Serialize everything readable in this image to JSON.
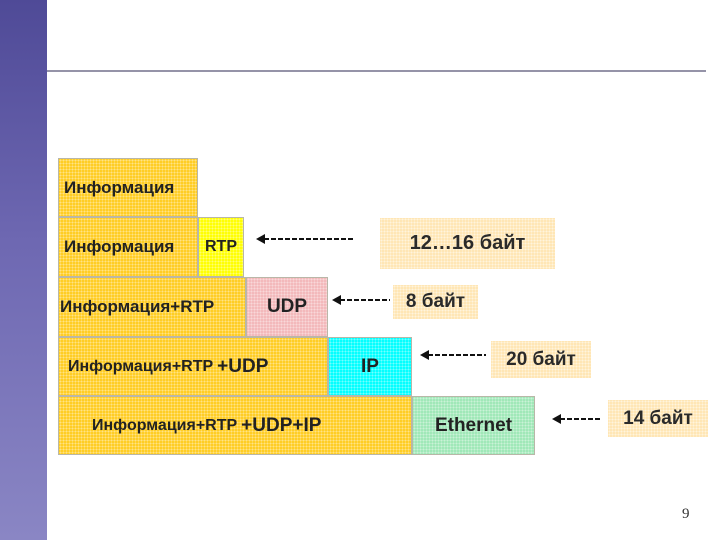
{
  "diagram": {
    "rows": [
      {
        "segments": [
          "Информация"
        ]
      },
      {
        "segments": [
          "Информация",
          "RTP"
        ]
      },
      {
        "segments": [
          "Информация+RTP",
          "UDP"
        ]
      },
      {
        "segments": [
          "Информация+RTP",
          "+UDP",
          "IP"
        ]
      },
      {
        "segments": [
          "Информация+RTP",
          "+UDP+IP",
          "Ethernet"
        ]
      }
    ],
    "header_sizes": [
      "12…16 байт",
      "8 байт",
      "20 байт",
      "14 байт"
    ]
  },
  "colors": {
    "payload": "#ffcc22",
    "rtp": "#ffff00",
    "udp": "#f3b8ba",
    "ip": "#00ffff",
    "ethernet": "#9fe8b7",
    "size_label": "#ffe6b4",
    "sidebar": "#5f59a6"
  },
  "slide": {
    "page_number": "9"
  }
}
